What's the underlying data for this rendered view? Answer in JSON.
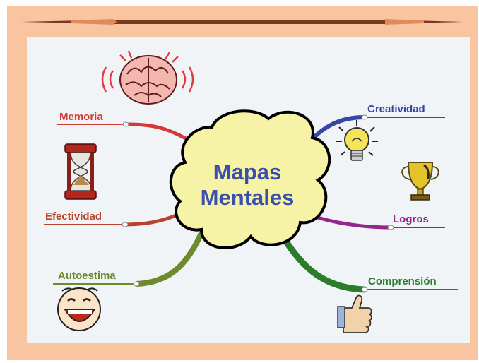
{
  "diagram": {
    "center": {
      "line1": "Mapas",
      "line2": "Mentales",
      "color": "#3b4fae",
      "fill": "#f6f3a6"
    },
    "branches": [
      {
        "id": "memoria",
        "label": "Memoria",
        "color": "#d43a33",
        "icon": "brain-icon"
      },
      {
        "id": "efectividad",
        "label": "Efectividad",
        "color": "#b8432a",
        "icon": "hourglass-icon"
      },
      {
        "id": "autoestima",
        "label": "Autoestima",
        "color": "#6d8a2d",
        "icon": "smiling-face-icon"
      },
      {
        "id": "creatividad",
        "label": "Creatividad",
        "color": "#3645a8",
        "icon": "lightbulb-icon"
      },
      {
        "id": "logros",
        "label": "Logros",
        "color": "#93268b",
        "icon": "trophy-icon"
      },
      {
        "id": "comprension",
        "label": "Comprensión",
        "color": "#2b7d2b",
        "icon": "thumbs-up-icon"
      }
    ]
  }
}
